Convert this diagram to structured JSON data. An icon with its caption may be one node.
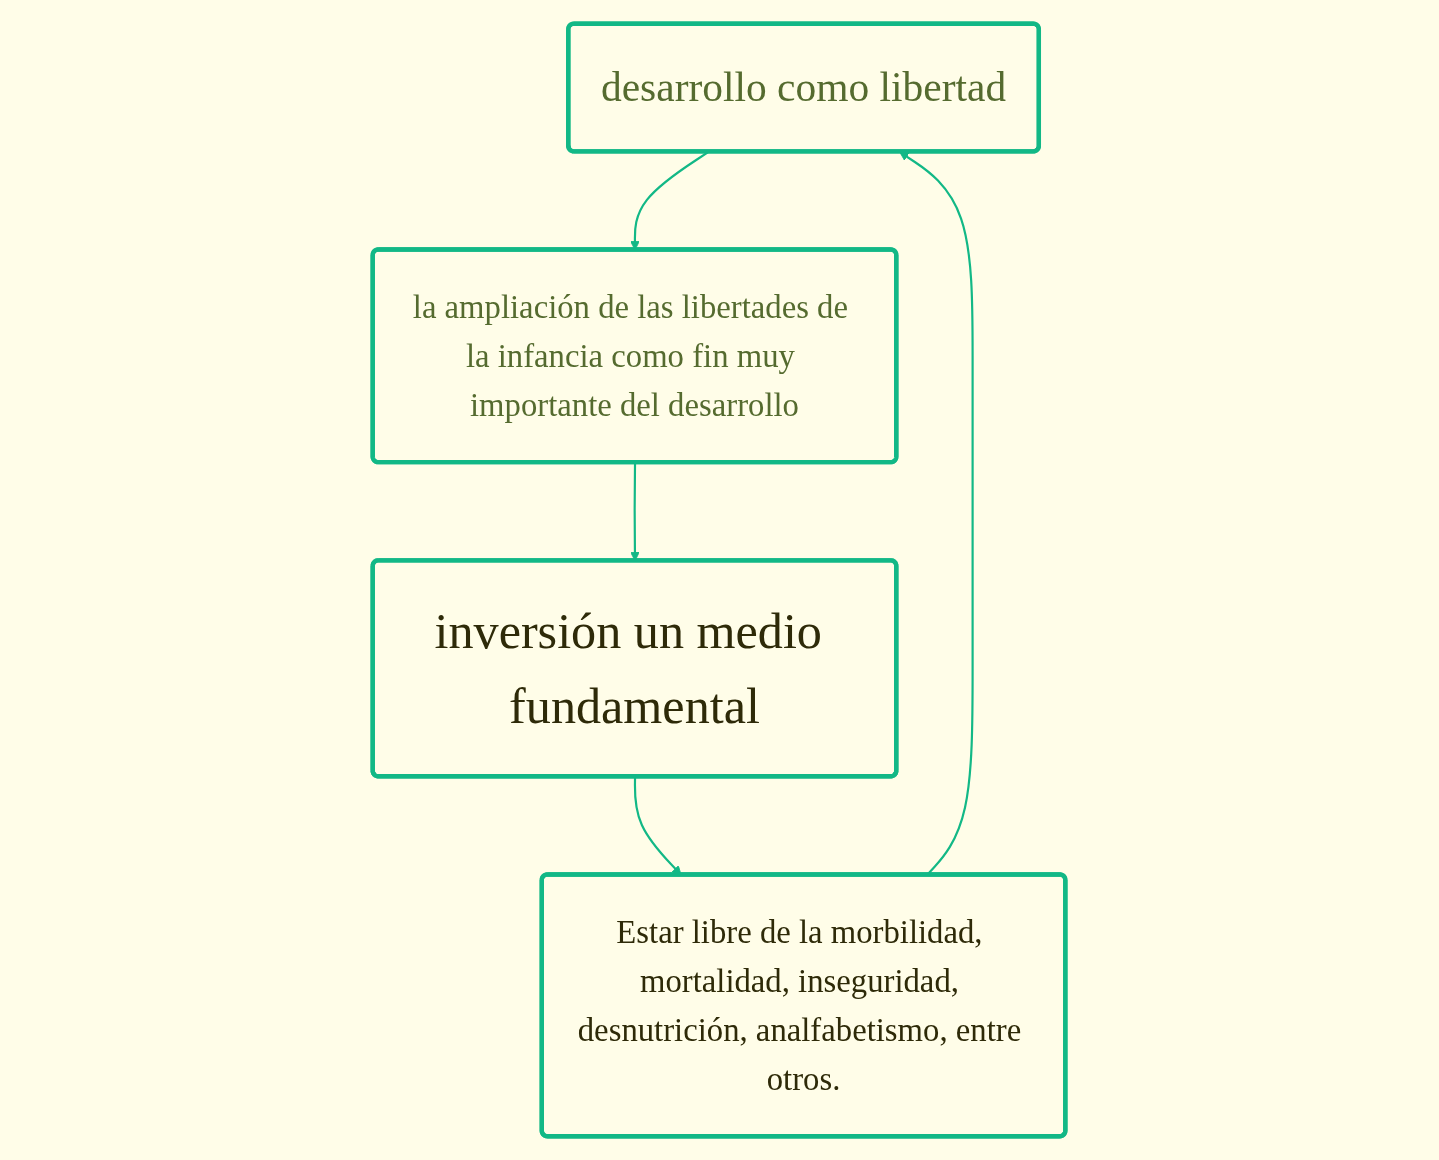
{
  "diagram": {
    "nodes": [
      {
        "text": [
          "desarrollo como libertad"
        ]
      },
      {
        "text": [
          "la ampliación de las libertades de la infancia como fin muy importante del desarrollo"
        ]
      },
      {
        "text": [
          "inversión un medio fundamental"
        ]
      },
      {
        "text": [
          "Estar libre de la morbilidad, mortalidad, inseguridad, desnutrición, analfabetismo, entre otros."
        ]
      }
    ],
    "edges": [
      {
        "from": 0,
        "to": 1,
        "arrow": "to"
      },
      {
        "from": 1,
        "to": 2,
        "arrow": "to"
      },
      {
        "from": 2,
        "to": 3,
        "arrow": "to"
      },
      {
        "from": 3,
        "to": 0,
        "arrow": "to"
      }
    ]
  }
}
